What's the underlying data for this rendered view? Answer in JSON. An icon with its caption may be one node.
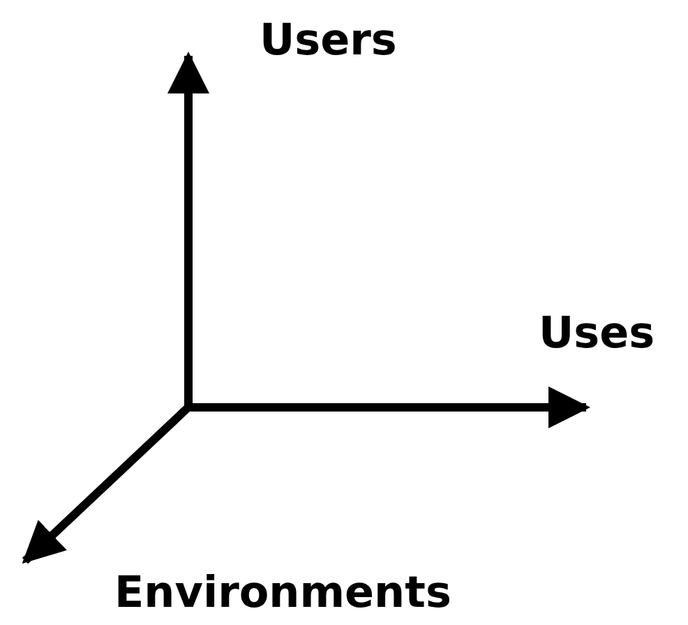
{
  "diagram": {
    "labels": [
      "Users",
      "Uses",
      "Environments"
    ]
  }
}
